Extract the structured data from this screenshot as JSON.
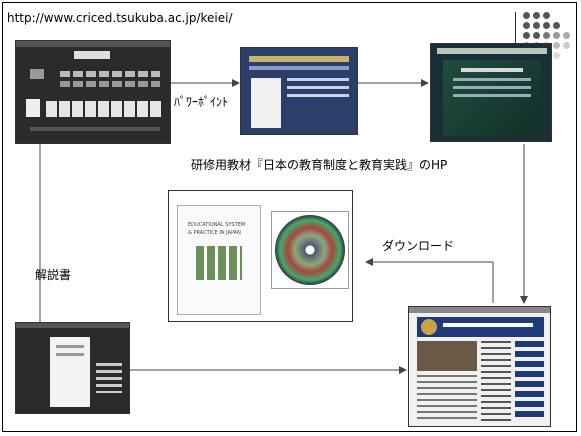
{
  "url_text": "http://www.criced.tsukuba.ac.jp/keiei/",
  "label_powerpoint": "ﾊﾟﾜｰﾎﾟｲﾝﾄ",
  "label_hp_caption": "研修用教材『日本の教育制度と教育実践』のHP",
  "label_download": "ダウンロード",
  "label_manual": "解説書",
  "booklet_title_line1": "EDUCATIONAL SYSTEM",
  "booklet_title_line2": "& PRACTICE IN JAPAN",
  "colors": {
    "dot_dark": "#555555",
    "dot_light": "#b0b0b0",
    "site_blue": "#1f3a7a",
    "site_dark": "#2d2d2d",
    "page_white": "#f3f3ef"
  },
  "icons": [
    "arrow-right-icon",
    "arrow-down-icon",
    "arrow-left-icon",
    "cd-disc-icon"
  ]
}
